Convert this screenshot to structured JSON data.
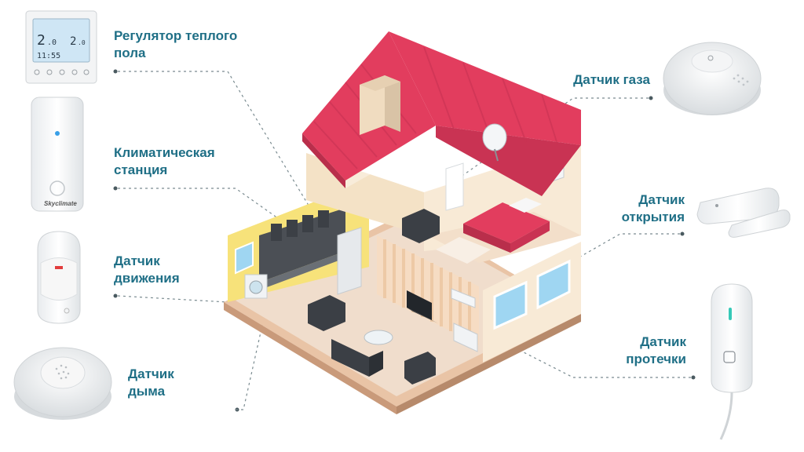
{
  "colors": {
    "label_text": "#1f6f86",
    "roof": "#e23d5e",
    "wall": "#f4e2c6",
    "leader_line": "#7a8b90"
  },
  "devices": [
    {
      "id": "floor-heating-regulator",
      "label": "Регулятор теплого\nпола",
      "icon": "thermostat-icon"
    },
    {
      "id": "climate-station",
      "label": "Климатическая\nстанция",
      "icon": "climate-station-icon"
    },
    {
      "id": "motion-sensor",
      "label": "Датчик\nдвижения",
      "icon": "motion-sensor-icon"
    },
    {
      "id": "smoke-sensor",
      "label": "Датчик\nдыма",
      "icon": "smoke-detector-icon"
    },
    {
      "id": "gas-sensor",
      "label": "Датчик газа",
      "icon": "gas-sensor-icon"
    },
    {
      "id": "opening-sensor",
      "label": "Датчик\nоткрытия",
      "icon": "door-sensor-icon"
    },
    {
      "id": "leak-sensor",
      "label": "Датчик\nпротечки",
      "icon": "leak-sensor-icon"
    }
  ],
  "thermostat_display": {
    "set_temp": "2",
    "set_temp_decimal": ".0",
    "room_temp": "2",
    "room_temp_decimal": ".0",
    "time": "11:55"
  },
  "climate_station_brand": "Skyclimate"
}
